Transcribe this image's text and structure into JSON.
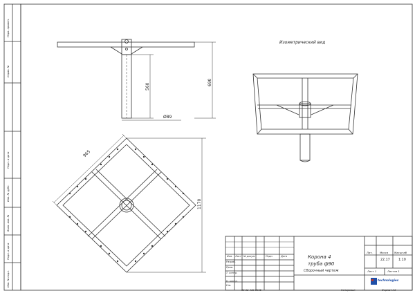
{
  "drawing": {
    "title_line1": "Корона 4",
    "title_line2": "труба ф90",
    "subtitle": "Сборочный чертеж",
    "doc_number": "09-02-439-0005",
    "iso_label": "Изометрический вид",
    "mass_header": "Масса",
    "mass_value": "22.17",
    "scale_header": "Масштаб",
    "scale_value": "1:10",
    "lit_header": "Лит.",
    "sheet_label": "Лист 1",
    "sheets_label": "Листов 1",
    "copied": "Копировал",
    "format": "Формат A3",
    "logo_text": "technologies"
  },
  "dimensions": {
    "d560": "560",
    "d690": "690",
    "d_pipe": "Ø89",
    "d965": "965",
    "d1170": "1170"
  },
  "title_block": {
    "col_headers": [
      "Изм.",
      "Лист",
      "№ докум.",
      "Подп.",
      "Дата"
    ],
    "rows": [
      "Разраб.",
      "Пров.",
      "Т. контр.",
      "",
      "Н. контр.",
      "Утв."
    ]
  },
  "side_strip": [
    "Перв. примен.",
    "Справ. №",
    "Подп. и дата",
    "Инв. № дубл.",
    "Взам. инв. №",
    "Подп. и дата",
    "Инв. № подл."
  ],
  "colors": {
    "line": "#333333",
    "logo_blue": "#1f4fa8",
    "logo_red": "#c0392b"
  }
}
